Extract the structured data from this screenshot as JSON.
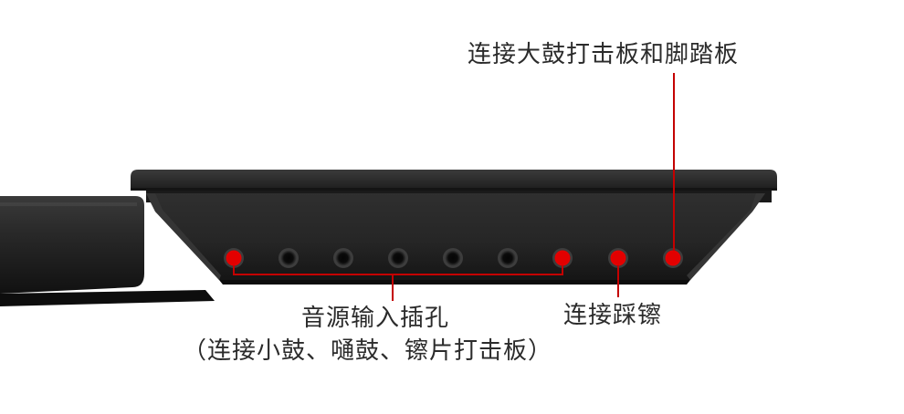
{
  "callouts": {
    "kick_pedal": "连接大鼓打击板和脚踏板",
    "hihat": "连接踩镲",
    "audio_input": "音源输入插孔",
    "audio_input_detail": "（连接小鼓、嗵鼓、镲片打击板）"
  },
  "jacks": {
    "count": 9,
    "highlighted": [
      1,
      7,
      8,
      9
    ]
  },
  "colors": {
    "body": "#1c1c1c",
    "panel": "#2a2a2a",
    "highlight": "#e30000",
    "leader_line": "#c40000",
    "text": "#2b2b2b"
  }
}
